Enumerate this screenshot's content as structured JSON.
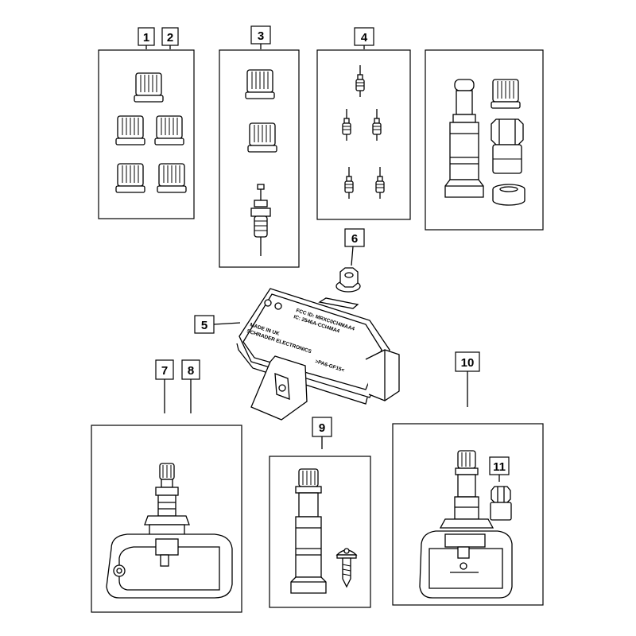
{
  "callouts": {
    "c1": "1",
    "c2": "2",
    "c3": "3",
    "c4": "4",
    "c5": "5",
    "c6": "6",
    "c7": "7",
    "c8": "8",
    "c9": "9",
    "c10": "10",
    "c11": "11"
  },
  "module_labels": {
    "line1": "FCC ID: MRXC0CI4MAA4",
    "line2": "IC: 2546A-CCI4MA4",
    "line3": "MADE IN UK",
    "line4": "SCHRADER ELECTRONICS",
    "line5": ">PA6-GF15<"
  },
  "colors": {
    "ink": "#000000",
    "paper": "#ffffff"
  }
}
